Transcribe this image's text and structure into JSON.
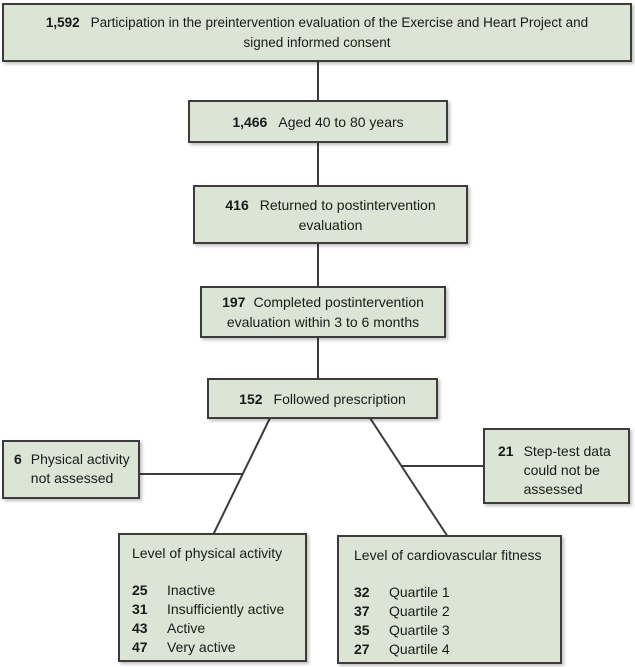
{
  "colors": {
    "page_bg": "#ffffff",
    "box_fill": "#dce4d6",
    "box_border": "#3c3c3a",
    "connector": "#3c3c3a",
    "text": "#1a1a1a"
  },
  "flow": {
    "consent": {
      "count": "1,592",
      "label_line1": "Participation in the preintervention evaluation of the Exercise and Heart Project and",
      "label_line2": "signed informed consent"
    },
    "aged": {
      "count": "1,466",
      "label": "Aged 40 to 80 years"
    },
    "returned": {
      "count": "416",
      "label": "Returned to postintervention evaluation"
    },
    "completed": {
      "count": "197",
      "label": "Completed postintervention evaluation within 3 to 6 months"
    },
    "followed": {
      "count": "152",
      "label": "Followed prescription"
    },
    "pa_not_assessed": {
      "count": "6",
      "label": "Physical activity not assessed"
    },
    "step_test": {
      "count": "21",
      "label": "Step-test data could not be assessed"
    },
    "physical_activity": {
      "title": "Level of physical activity",
      "items": [
        {
          "count": "25",
          "label": "Inactive"
        },
        {
          "count": "31",
          "label": "Insufficiently active"
        },
        {
          "count": "43",
          "label": "Active"
        },
        {
          "count": "47",
          "label": "Very active"
        }
      ]
    },
    "cardio_fitness": {
      "title": "Level of cardiovascular fitness",
      "items": [
        {
          "count": "32",
          "label": "Quartile 1"
        },
        {
          "count": "37",
          "label": "Quartile 2"
        },
        {
          "count": "35",
          "label": "Quartile 3"
        },
        {
          "count": "27",
          "label": "Quartile 4"
        }
      ]
    }
  }
}
